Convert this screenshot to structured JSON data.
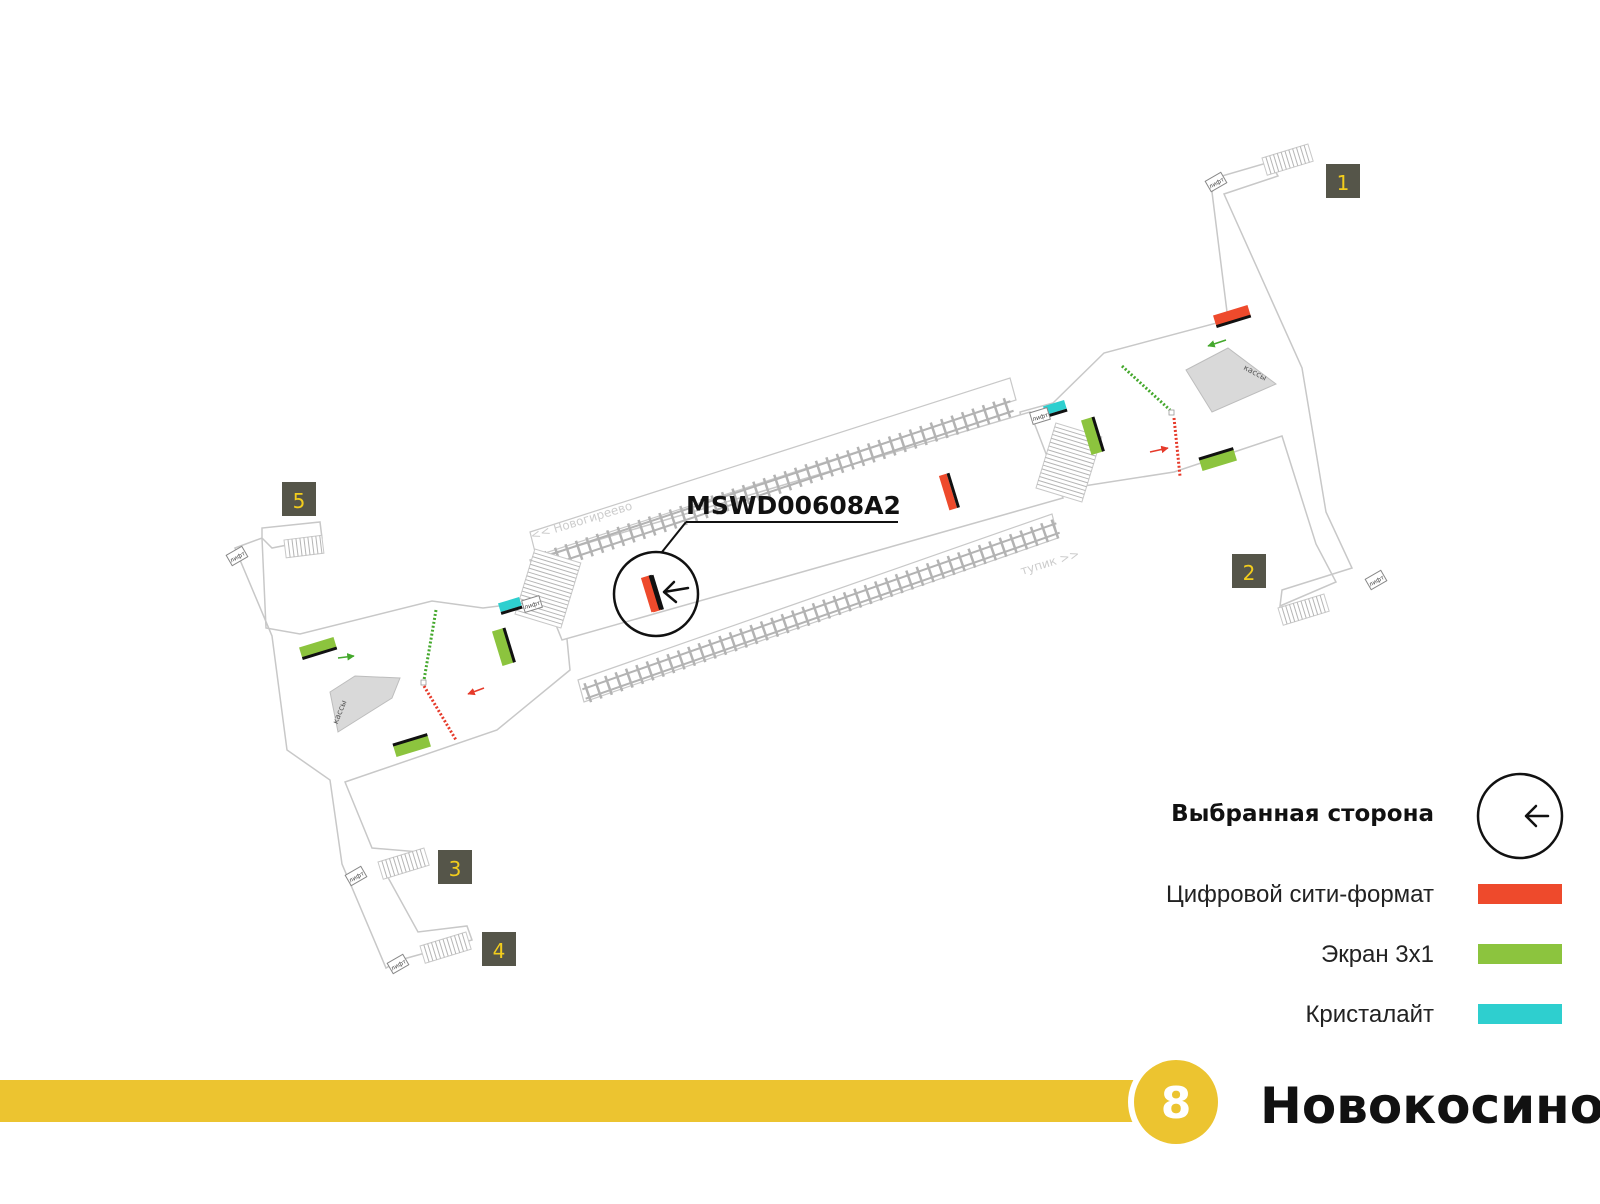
{
  "map": {
    "station_name": "Новокосино",
    "line_number": "8",
    "line_color": "#ecc430",
    "selected_code": "MSWD00608A2",
    "direction_left": "<< Новогиреево",
    "direction_right": "тупик >>",
    "ticket_office_label": "кассы",
    "elevator_label": "лифт",
    "exits": [
      "1",
      "2",
      "3",
      "4",
      "5"
    ]
  },
  "legend": {
    "selected_side": "Выбранная сторона",
    "items": [
      {
        "label": "Цифровой сити-формат",
        "color": "#ee4a2c"
      },
      {
        "label": "Экран 3х1",
        "color": "#8cc43e"
      },
      {
        "label": "Кристалайт",
        "color": "#2ecfcf"
      }
    ]
  },
  "colors": {
    "exit_badge": "#555549",
    "exit_badge_text": "#f3cd1c",
    "structure_outline": "#c8c8c8",
    "ticket_office": "#d9d9d9",
    "rail": "#b3b3b3"
  }
}
